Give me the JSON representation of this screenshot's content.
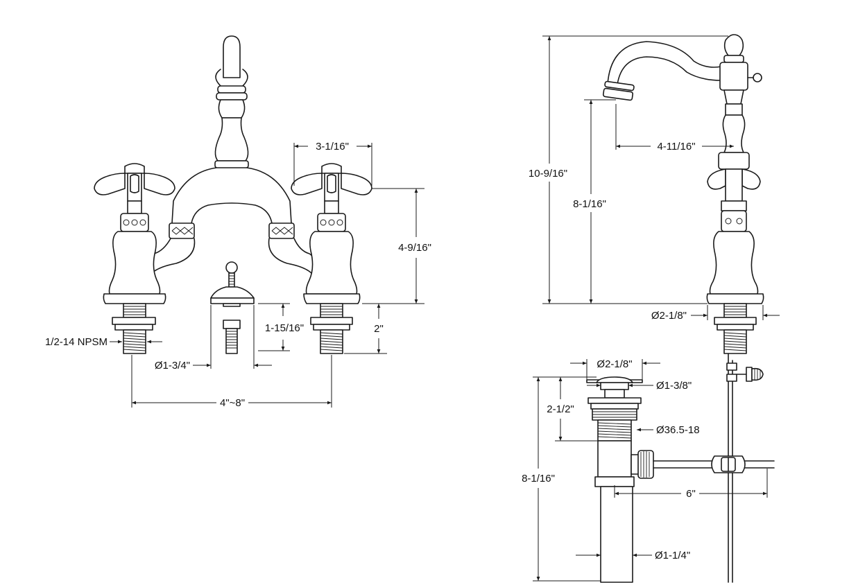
{
  "dimensions": {
    "handle_reach": "3-1/16\"",
    "handle_height": "4-9/16\"",
    "supply_thread": "1/2-14 NPSM",
    "pop_up_height": "1-15/16\"",
    "shank_length": "2\"",
    "center_hole_dia": "Ø1-3/4\"",
    "center_spread": "4\"~8\"",
    "total_height": "10-9/16\"",
    "spout_height": "8-1/16\"",
    "spout_reach": "4-11/16\"",
    "base_dia": "Ø2-1/8\"",
    "drain_flange_dia": "Ø2-1/8\"",
    "drain_cap_dia": "Ø1-3/8\"",
    "drain_flange_height": "2-1/2\"",
    "drain_thread": "Ø36.5-18",
    "drain_total_length": "8-1/16\"",
    "lift_rod_reach": "6\"",
    "tailpiece_dia": "Ø1-1/4\""
  }
}
